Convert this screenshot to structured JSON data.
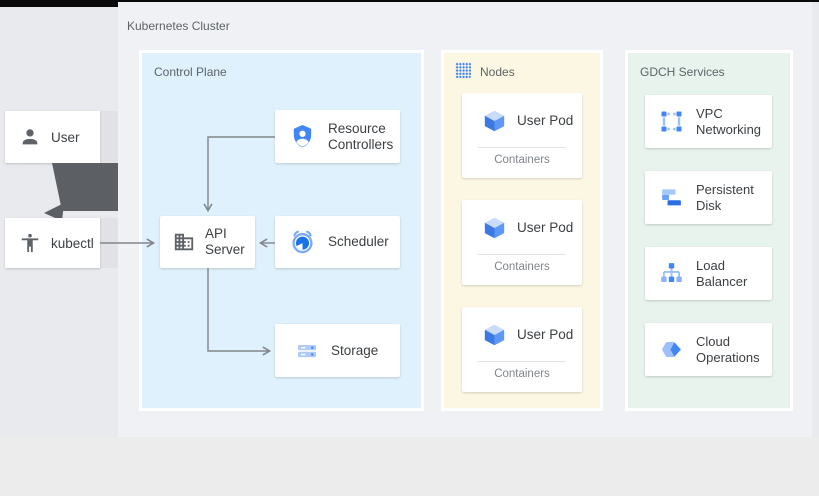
{
  "cluster": {
    "title": "Kubernetes Cluster"
  },
  "external": {
    "user": {
      "label": "User",
      "icon": "user-icon"
    },
    "kubectl": {
      "label": "kubectl",
      "icon": "kubectl-icon"
    }
  },
  "panels": {
    "control_plane": {
      "label": "Control Plane",
      "boxes": {
        "resource_controllers": {
          "line1": "Resource",
          "line2": "Controllers",
          "icon": "shield-person-icon"
        },
        "api_server": {
          "line1": "API",
          "line2": "Server",
          "icon": "building-icon"
        },
        "scheduler": {
          "label": "Scheduler",
          "icon": "clock-icon"
        },
        "storage": {
          "label": "Storage",
          "icon": "storage-icon"
        }
      }
    },
    "nodes": {
      "label": "Nodes",
      "icon": "node-grid-icon",
      "pods": [
        {
          "label": "User Pod",
          "sublabel": "Containers",
          "icon": "cube-icon"
        },
        {
          "label": "User Pod",
          "sublabel": "Containers",
          "icon": "cube-icon"
        },
        {
          "label": "User Pod",
          "sublabel": "Containers",
          "icon": "cube-icon"
        }
      ]
    },
    "gdch": {
      "label": "GDCH Services",
      "services": {
        "vpc": {
          "line1": "VPC",
          "line2": "Networking",
          "icon": "vpc-icon"
        },
        "pd": {
          "line1": "Persistent",
          "line2": "Disk",
          "icon": "persistent-disk-icon"
        },
        "lb": {
          "line1": "Load",
          "line2": "Balancer",
          "icon": "load-balancer-icon"
        },
        "co": {
          "line1": "Cloud",
          "line2": "Operations",
          "icon": "cloud-operations-icon"
        }
      }
    }
  },
  "theme": {
    "accent_blue": "#4285f4",
    "light_blue": "#9ec0f9",
    "dark_blue": "#1a73e8",
    "icon_gray": "#5f6368",
    "panel_control_plane_bg": "#def1fc",
    "panel_nodes_bg": "#fcf7e3",
    "panel_gdch_bg": "#e7f3ec",
    "cluster_bg": "#eff1f4",
    "outer_bg": "#e9eaee",
    "bottom_band_bg": "#ececec",
    "arrow_color": "#80868b",
    "big_arrow_color": "#5c6065",
    "text_dark": "#3c4043",
    "text_secondary": "#5f6368",
    "text_muted": "#80868b"
  }
}
